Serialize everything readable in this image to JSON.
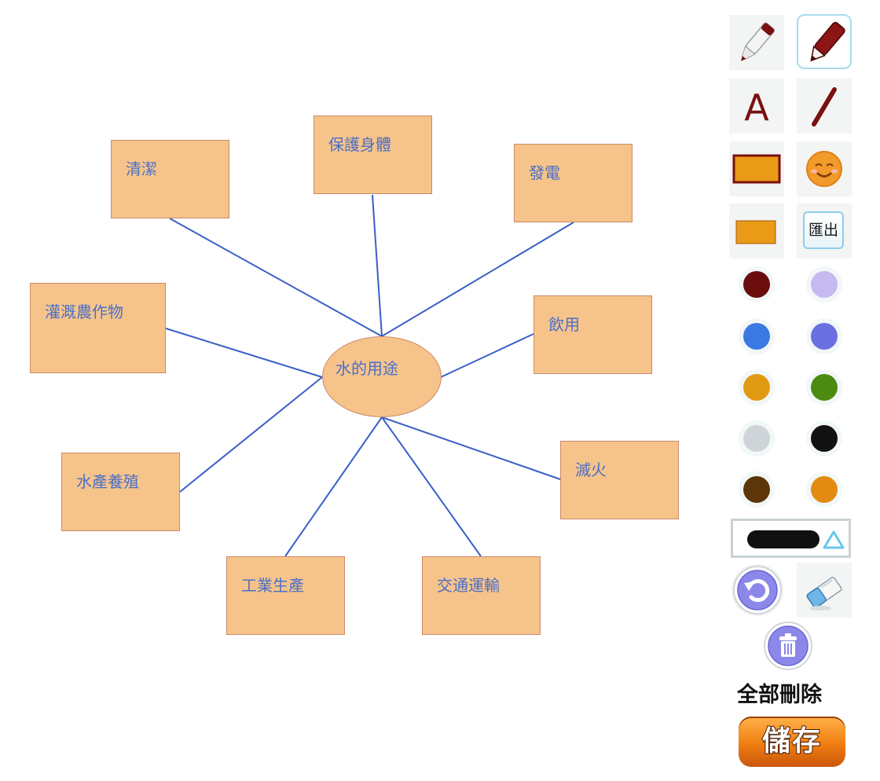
{
  "mindmap": {
    "center": "水的用途",
    "nodes": [
      "清潔",
      "保護身體",
      "發電",
      "灌溉農作物",
      "飲用",
      "水產養殖",
      "滅火",
      "工業生產",
      "交通運輸"
    ],
    "box_color": "#f6c48a",
    "border_color": "#c98a6a",
    "text_color": "#4b6fc8",
    "line_color": "#3a5fc7"
  },
  "toolbar": {
    "tools": [
      {
        "icon": "marker-icon"
      },
      {
        "icon": "pencil-icon",
        "selected": true
      },
      {
        "icon": "text-tool-icon",
        "label": "A"
      },
      {
        "icon": "line-tool-icon"
      },
      {
        "icon": "filled-rectangle-icon"
      },
      {
        "icon": "emoji-stamp-icon"
      },
      {
        "icon": "rectangle-icon"
      },
      {
        "icon": "export-icon",
        "label": "匯出"
      }
    ],
    "palette": [
      "#6b0d0d",
      "#c6b8f0",
      "#3a78e4",
      "#6b6fe2",
      "#e09a12",
      "#4c8b12",
      "#cfd4d8",
      "#121212",
      "#5c3608",
      "#e28b12"
    ],
    "delete_all_label": "全部刪除",
    "save_label": "儲存"
  }
}
